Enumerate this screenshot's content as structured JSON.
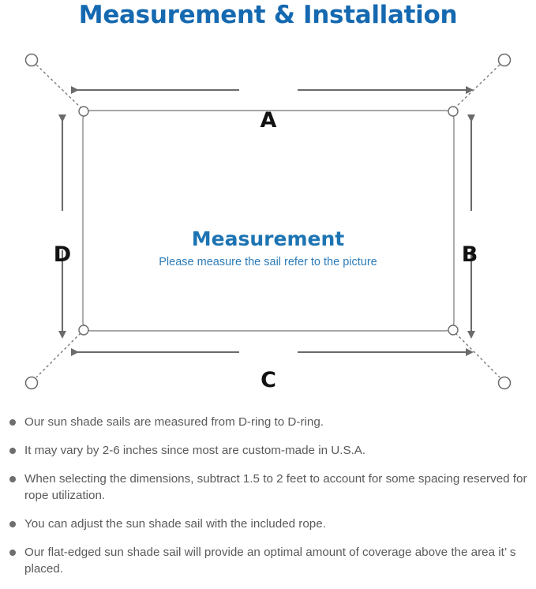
{
  "title": "Measurement & Installation",
  "diagram": {
    "center_title": "Measurement",
    "center_subtitle": "Please measure the sail refer to the picture",
    "dimension_labels": {
      "top": "A",
      "right": "B",
      "bottom": "C",
      "left": "D"
    },
    "colors": {
      "title_blue": "#1569b0",
      "center_blue": "#1d74b3",
      "subtitle_blue": "#2d7cb8",
      "line_gray": "#6b6b6b",
      "sail_outline": "#8a8a8a",
      "letter_black": "#121212",
      "note_text": "#5a5a5a",
      "bullet_gray": "#6e6e6e"
    },
    "icons": {
      "anchor_point": "anchor-circle-icon",
      "d_ring": "d-ring-icon",
      "rope": "dotted-rope-line-icon",
      "dimension_arrow": "double-arrow-icon"
    }
  },
  "notes": [
    "Our sun shade sails are measured from D-ring to D-ring.",
    "It may vary by 2-6 inches since most are custom-made in U.S.A.",
    "When selecting the dimensions, subtract 1.5 to 2 feet to account for some spacing reserved for rope utilization.",
    "You can adjust the sun shade sail with the included rope.",
    "Our flat-edged sun shade sail will provide an optimal amount of coverage above the area it’ s placed."
  ]
}
